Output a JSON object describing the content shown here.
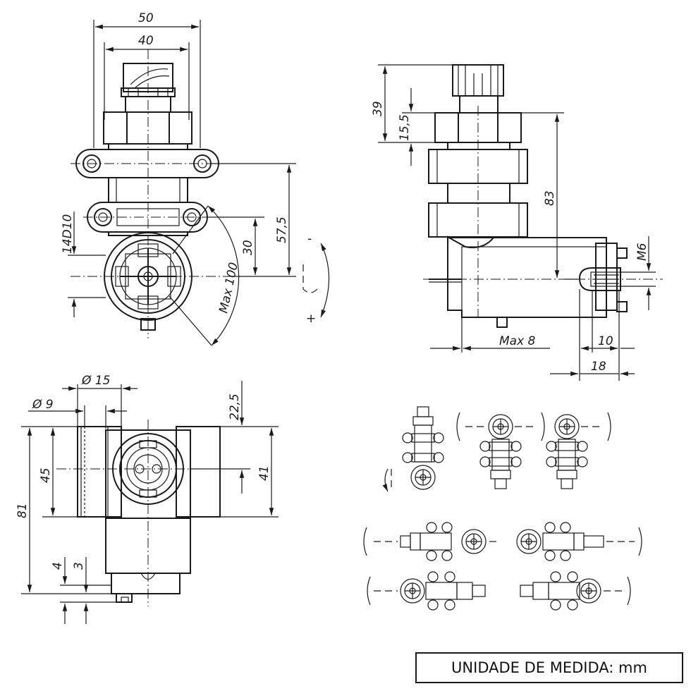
{
  "dimensions": {
    "front_view": {
      "width_50": "50",
      "width_40": "40",
      "hole_14D10": "14D10",
      "height_30": "30",
      "height_57_5": "57,5",
      "radius_max_100": "Max 100",
      "polarity_minus": "-",
      "polarity_plus": "+"
    },
    "side_view": {
      "height_39": "39",
      "height_15_5": "15,5",
      "height_83": "83",
      "thread_m6": "M6",
      "max_8": "Max 8",
      "len_10": "10",
      "len_18": "18"
    },
    "bottom_view": {
      "dia_15": "Ø 15",
      "dia_9": "Ø 9",
      "len_22_5": "22,5",
      "len_45": "45",
      "len_41": "41",
      "len_81": "81",
      "len_4": "4",
      "len_3": "3"
    }
  },
  "unit_label": "UNIDADE DE MEDIDA: mm"
}
